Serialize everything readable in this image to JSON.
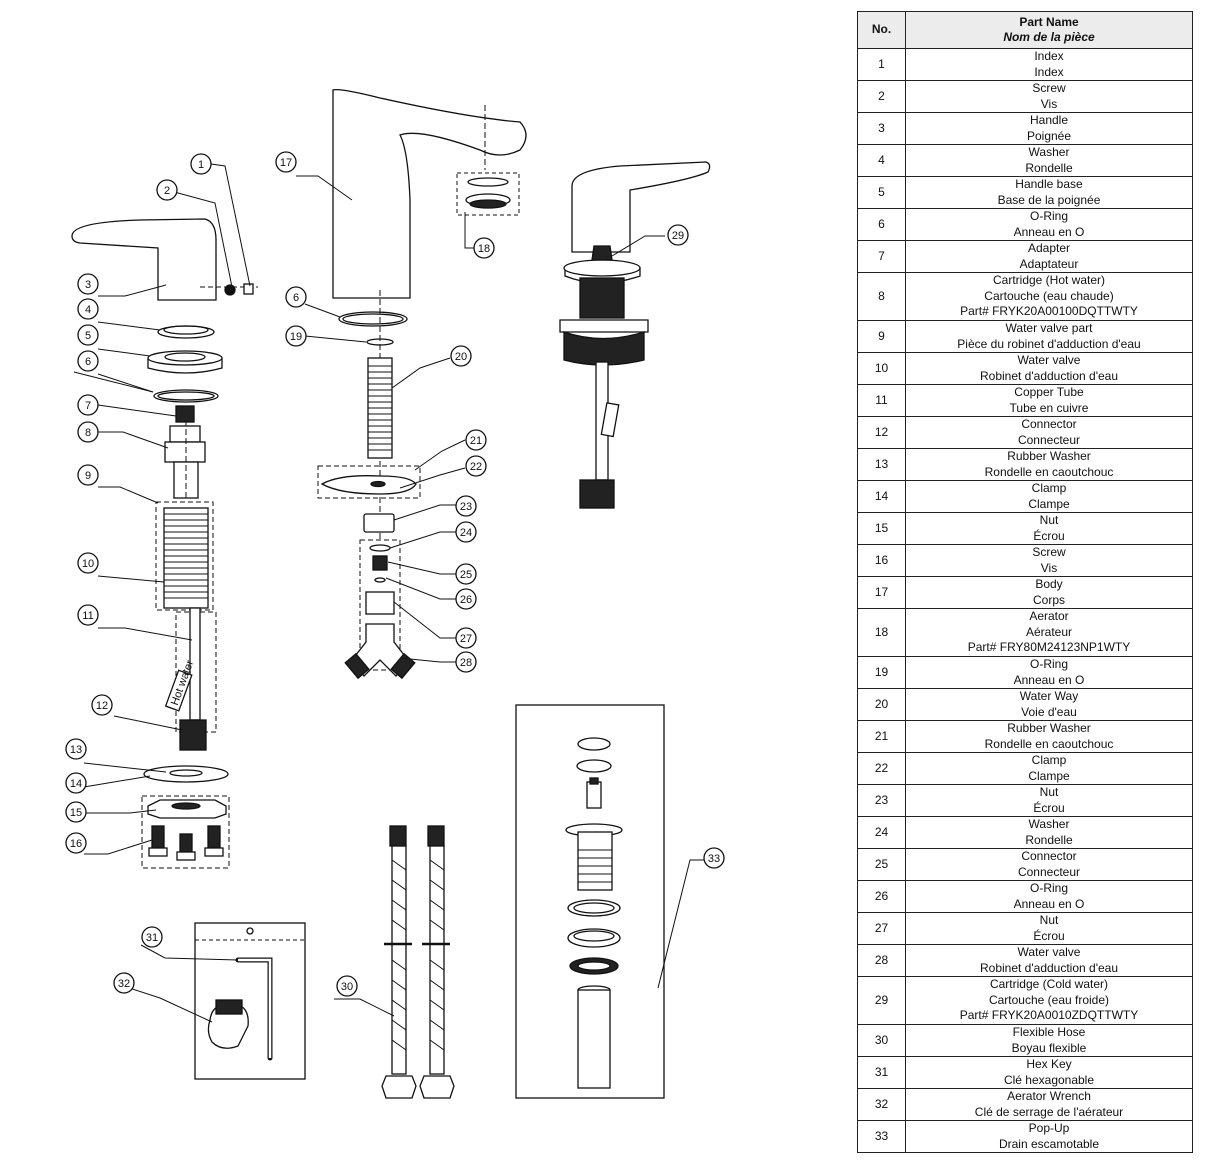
{
  "table": {
    "header_no": "No.",
    "header_name_en": "Part Name",
    "header_name_fr": "Nom de la pièce",
    "rows": [
      {
        "no": "1",
        "lines": [
          "Index",
          "Index"
        ]
      },
      {
        "no": "2",
        "lines": [
          "Screw",
          "Vis"
        ]
      },
      {
        "no": "3",
        "lines": [
          "Handle",
          "Poignée"
        ]
      },
      {
        "no": "4",
        "lines": [
          "Washer",
          "Rondelle"
        ]
      },
      {
        "no": "5",
        "lines": [
          "Handle base",
          "Base de la poignée"
        ]
      },
      {
        "no": "6",
        "lines": [
          "O-Ring",
          "Anneau en O"
        ]
      },
      {
        "no": "7",
        "lines": [
          "Adapter",
          "Adaptateur"
        ]
      },
      {
        "no": "8",
        "lines": [
          "Cartridge (Hot water)",
          "Cartouche (eau chaude)",
          "Part# FRYK20A00100DQTTWTY"
        ]
      },
      {
        "no": "9",
        "lines": [
          "Water valve part",
          "Pièce du robinet d'adduction d'eau"
        ]
      },
      {
        "no": "10",
        "lines": [
          "Water valve",
          "Robinet d'adduction d'eau"
        ]
      },
      {
        "no": "11",
        "lines": [
          "Copper Tube",
          "Tube en cuivre"
        ]
      },
      {
        "no": "12",
        "lines": [
          "Connector",
          "Connecteur"
        ]
      },
      {
        "no": "13",
        "lines": [
          "Rubber Washer",
          "Rondelle en caoutchouc"
        ]
      },
      {
        "no": "14",
        "lines": [
          "Clamp",
          "Clampe"
        ]
      },
      {
        "no": "15",
        "lines": [
          "Nut",
          "Écrou"
        ]
      },
      {
        "no": "16",
        "lines": [
          "Screw",
          "Vis"
        ]
      },
      {
        "no": "17",
        "lines": [
          "Body",
          "Corps"
        ]
      },
      {
        "no": "18",
        "lines": [
          "Aerator",
          "Aérateur",
          "Part# FRY80M24123NP1WTY"
        ]
      },
      {
        "no": "19",
        "lines": [
          "O-Ring",
          "Anneau en O"
        ]
      },
      {
        "no": "20",
        "lines": [
          "Water Way",
          "Voie d'eau"
        ]
      },
      {
        "no": "21",
        "lines": [
          "Rubber Washer",
          "Rondelle en caoutchouc"
        ]
      },
      {
        "no": "22",
        "lines": [
          "Clamp",
          "Clampe"
        ]
      },
      {
        "no": "23",
        "lines": [
          "Nut",
          "Écrou"
        ]
      },
      {
        "no": "24",
        "lines": [
          "Washer",
          "Rondelle"
        ]
      },
      {
        "no": "25",
        "lines": [
          "Connector",
          "Connecteur"
        ]
      },
      {
        "no": "26",
        "lines": [
          "O-Ring",
          "Anneau en O"
        ]
      },
      {
        "no": "27",
        "lines": [
          "Nut",
          "Écrou"
        ]
      },
      {
        "no": "28",
        "lines": [
          "Water valve",
          "Robinet d'adduction d'eau"
        ]
      },
      {
        "no": "29",
        "lines": [
          "Cartridge (Cold water)",
          "Cartouche (eau froide)",
          "Part# FRYK20A0010ZDQTTWTY"
        ]
      },
      {
        "no": "30",
        "lines": [
          "Flexible Hose",
          "Boyau flexible"
        ]
      },
      {
        "no": "31",
        "lines": [
          "Hex Key",
          "Clé hexagonable"
        ]
      },
      {
        "no": "32",
        "lines": [
          "Aerator Wrench",
          "Clé de serrage de l'aérateur"
        ]
      },
      {
        "no": "33",
        "lines": [
          "Pop-Up",
          "Drain escamotable"
        ]
      }
    ]
  },
  "callouts": [
    "1",
    "2",
    "3",
    "4",
    "5",
    "6",
    "7",
    "8",
    "9",
    "10",
    "11",
    "12",
    "13",
    "14",
    "15",
    "16",
    "17",
    "6",
    "19",
    "20",
    "21",
    "22",
    "23",
    "24",
    "25",
    "26",
    "27",
    "28",
    "18",
    "29",
    "30",
    "31",
    "32",
    "33"
  ],
  "tube_label": "Hot water"
}
